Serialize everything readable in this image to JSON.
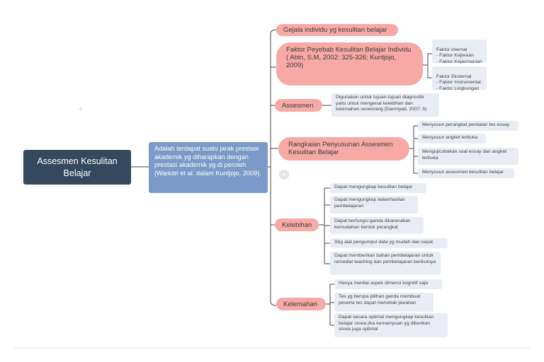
{
  "root": {
    "label": "Assesmen Kesulitan Belajar"
  },
  "definition": {
    "text": "Adalah terdapat suatu jarak prestasi akademik yg diharapkan dengan prestasi akademik yg di peroleh (Warkitri et al. dalam Kuntjojo, 2009)."
  },
  "branches": [
    {
      "label": "Gejala individu yg kesulitan belajar",
      "children": []
    },
    {
      "label": "Faktor Peyebab Kesulitan Belajar Individu ( Abin, S.M, 2002: 325-326; Kuntjojo, 2009)",
      "children": [
        "Faktor internal\n- Faktor Kejiwaan\n- Faktor Kejasmanian",
        "Faktor Eksternal\n- Faktor Instrumental\n- Faktor Lingkungan"
      ]
    },
    {
      "label": "Assesmen",
      "children": [
        "Digunakan untuk tujuan-tujuan diagnostik yaitu untuk mengenal kelebihan dan kelemahan seseorang (Darmiyati, 2007: 5)"
      ]
    },
    {
      "label": "Rangkaian Penyusunan Assesmen Kesulitan Belajar",
      "children": [
        "Menyusun perangkat penilaian tes essay",
        "Menyusun angket terbuka",
        "Mengujicobakan soal essay dan angket terbuka",
        "Menyusun assesmen kesulitan belajar"
      ]
    },
    {
      "label": "Kelebihan",
      "children": [
        "Dapat mengungkap kesulitan belajar",
        "Dapat mengungkap keberhasilan pembelajaran",
        "Dapat berfungsi ganda dikarenakan kemudahan bentuk perangkat",
        "Sbg alat pengumpul data yg mudah dan cepat",
        "Dapat memberikan bahan pembelajaran untuk remedial teaching dan pembelajaran berikutnya"
      ]
    },
    {
      "label": "Kelemahan",
      "children": [
        "Hanya menilai aspek dimensi kognitif saja",
        "Tes yg berupa pilihan ganda membuat peserta tes dapat menebak jawaban",
        "Dapat secara optimal mengungkap kesulitan belajar siswa jika kemampuan yg diberikan siswa juga optimal"
      ]
    }
  ],
  "add_icon": "plus-icon",
  "colors": {
    "root": "#34495e",
    "definition": "#7b9ac7",
    "branch": "#f7a9a5",
    "leaf": "#e9edf3",
    "line": "#4a4a4a"
  }
}
